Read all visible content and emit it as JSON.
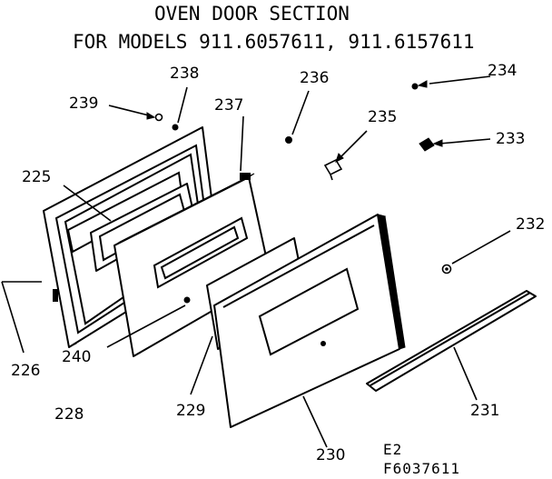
{
  "title": {
    "line1": "OVEN DOOR SECTION",
    "line2": "FOR MODELS 911.6057611, 911.6157611"
  },
  "parts": [
    {
      "id": "p234",
      "number": "234"
    },
    {
      "id": "p233",
      "number": "233"
    },
    {
      "id": "p232",
      "number": "232"
    },
    {
      "id": "p231",
      "number": "231"
    },
    {
      "id": "p230",
      "number": "230"
    },
    {
      "id": "p229",
      "number": "229"
    },
    {
      "id": "p228",
      "number": "228"
    },
    {
      "id": "p226",
      "number": "226"
    },
    {
      "id": "p225",
      "number": "225"
    },
    {
      "id": "p240",
      "number": "240"
    },
    {
      "id": "p239",
      "number": "239"
    },
    {
      "id": "p238",
      "number": "238"
    },
    {
      "id": "p237",
      "number": "237"
    },
    {
      "id": "p236",
      "number": "236"
    },
    {
      "id": "p235",
      "number": "235"
    }
  ],
  "footer": {
    "revision": "E2",
    "figure_code": "F6037611"
  }
}
